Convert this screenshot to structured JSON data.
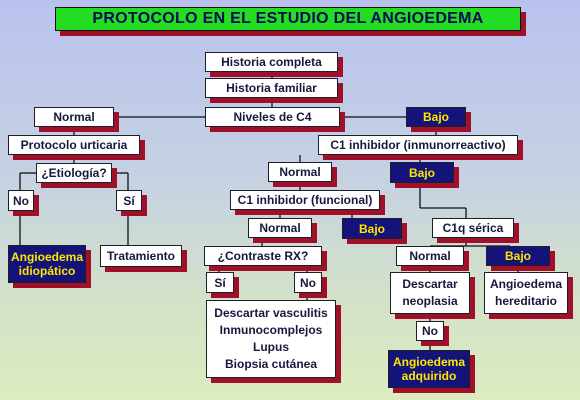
{
  "title": "PROTOCOLO EN EL ESTUDIO DEL ANGIOEDEMA",
  "nodes": {
    "historia_completa": "Historia completa",
    "historia_familiar": "Historia familiar",
    "niveles_c4": "Niveles de C4",
    "normal_c4": "Normal",
    "bajo_c4": "Bajo",
    "protocolo_urticaria": "Protocolo urticaria",
    "etiologia": "¿Etiología?",
    "no_etiologia": "No",
    "si_etiologia": "Sí",
    "angioedema_idiopatico": "Angioedema\nidiopático",
    "tratamiento": "Tratamiento",
    "c1_inmuno": "C1 inhibidor (inmunorreactivo)",
    "normal_inmuno": "Normal",
    "bajo_inmuno": "Bajo",
    "c1_funcional": "C1 inhibidor (funcional)",
    "normal_funcional": "Normal",
    "bajo_funcional": "Bajo",
    "contraste_rx": "¿Contraste RX?",
    "si_rx": "Sí",
    "no_rx": "No",
    "descartar_vasculitis": "Descartar vasculitis\nInmunocomplejos\nLupus\nBiopsia cutánea",
    "c1q_serica": "C1q sérica",
    "normal_c1q": "Normal",
    "bajo_c1q": "Bajo",
    "descartar_neoplasia": "Descartar\nneoplasia",
    "no_neoplasia": "No",
    "angioedema_adquirido": "Angioedema\nadquirido",
    "angioedema_hereditario": "Angioedema\nhereditario"
  },
  "colors": {
    "title_bg": "#22dd22",
    "box_bg": "#ffffff",
    "dark_box_bg": "#14137a",
    "dark_box_text": "#ffe600",
    "shadow": "#a01028",
    "line": "#101010"
  }
}
